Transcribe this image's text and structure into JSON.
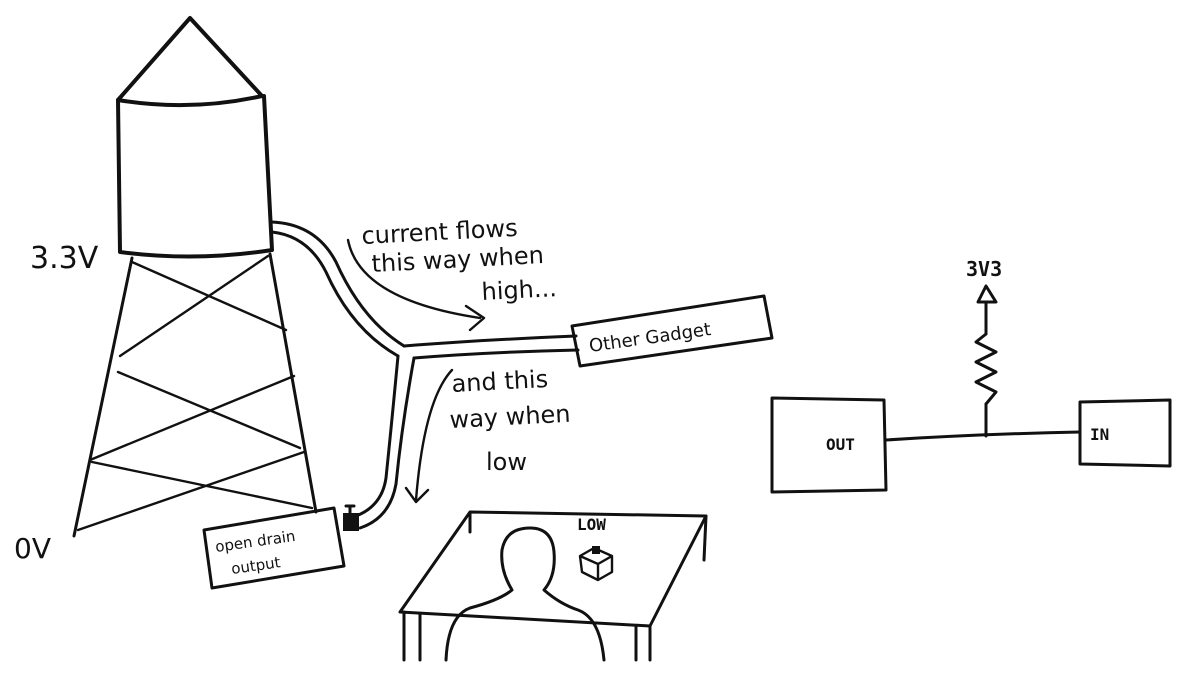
{
  "analogy": {
    "tower_voltage_top": "3.3V",
    "tower_voltage_bottom": "0V",
    "note_high_line1": "current flows",
    "note_high_line2": "this way when",
    "note_high_line3": "high...",
    "note_low_line1": "and this",
    "note_low_line2": "way when",
    "note_low_line3": "low",
    "other_gadget_label": "Other Gadget",
    "valve_label_line1": "open drain",
    "valve_label_line2": "output",
    "desk_sign": "LOW"
  },
  "schematic": {
    "supply_label": "3V3",
    "out_label": "OUT",
    "in_label": "IN"
  }
}
